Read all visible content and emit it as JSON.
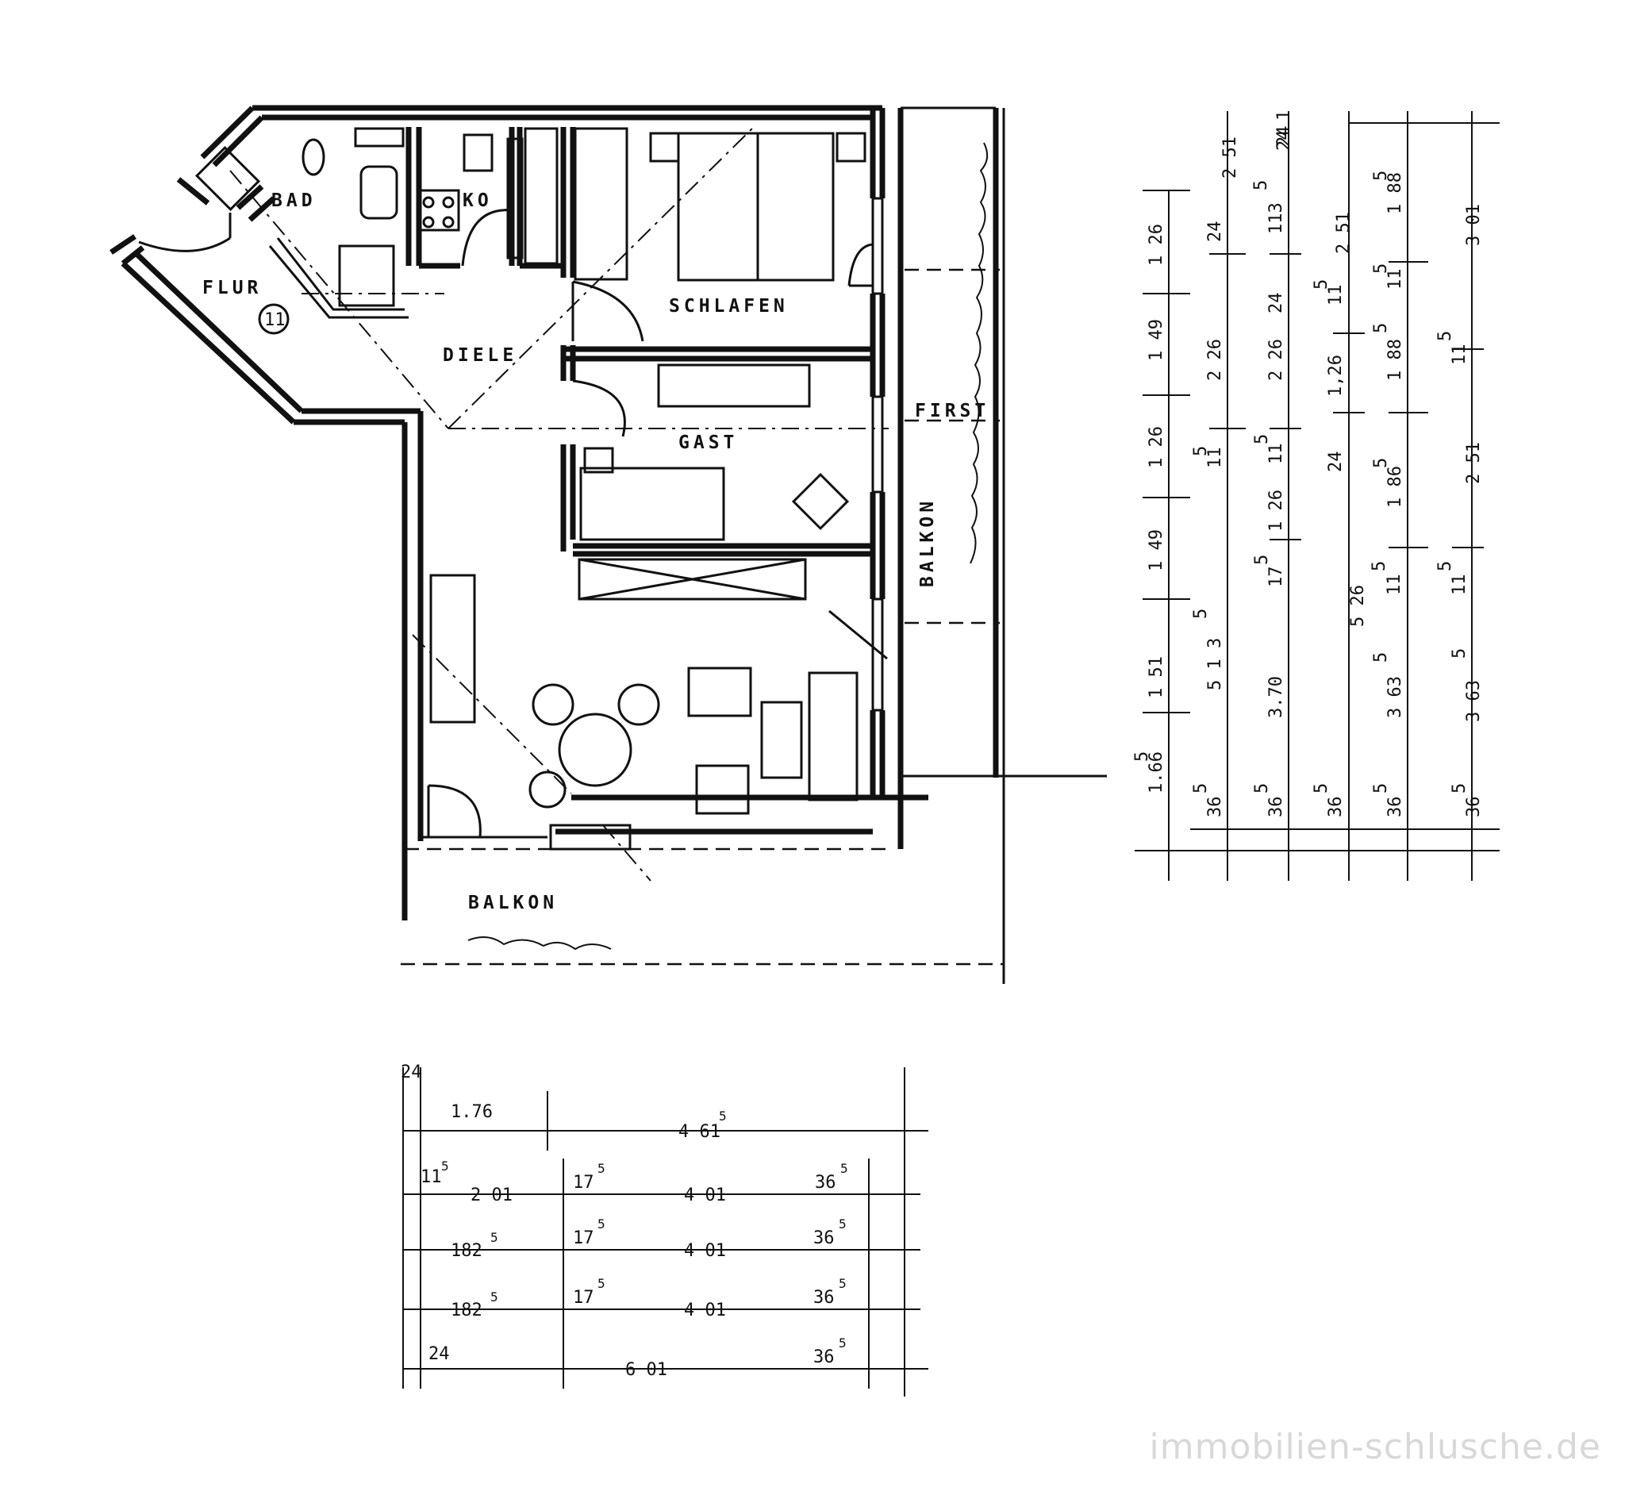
{
  "rooms": {
    "bad": "BAD",
    "ko": "KO",
    "flur": "FLUR",
    "diele": "DIELE",
    "schlafen": "SCHLAFEN",
    "gast": "GAST",
    "first": "FIRST",
    "balkon_right": "BALKON",
    "balkon_bottom": "BALKON",
    "marker": "11"
  },
  "dims_right": {
    "c1": [
      "1 26",
      "1 49",
      "1 26",
      "1 49",
      "1 51",
      "1.66",
      "5"
    ],
    "c2": [
      "2 26",
      "11",
      "5",
      "5 1 3",
      "5",
      "36",
      "5",
      "24"
    ],
    "c3": [
      "2 51",
      "24",
      "24",
      "113",
      "5",
      "2 26",
      "11",
      "5",
      "1 26",
      "17",
      "5",
      "3.70",
      "36",
      "5"
    ],
    "c4": [
      "1",
      "24",
      "2 51",
      "11",
      "5",
      "1,26",
      "24",
      "5 26",
      "36",
      "5"
    ],
    "c5": [
      "1 88",
      "5",
      "11",
      "5",
      "1 88",
      "5",
      "1 86",
      "5",
      "3 63",
      "5",
      "36",
      "5",
      "11",
      "5"
    ],
    "c6": [
      "3 01",
      "11",
      "5",
      "2 51",
      "11",
      "5",
      "3 63",
      "5",
      "36",
      "5"
    ]
  },
  "dims_bottom": {
    "row1": [
      "24",
      "1.76",
      "4 61",
      "5"
    ],
    "row2": [
      "11",
      "5",
      "2 01",
      "17",
      "5",
      "4 01",
      "36",
      "5"
    ],
    "row3": [
      "182",
      "5",
      "17",
      "5",
      "4 01",
      "36",
      "5"
    ],
    "row4": [
      "182",
      "5",
      "17",
      "5",
      "4 01",
      "36",
      "5"
    ],
    "row5": [
      "24",
      "6 01",
      "36",
      "5"
    ]
  },
  "watermark": "immobilien-schlusche.de"
}
